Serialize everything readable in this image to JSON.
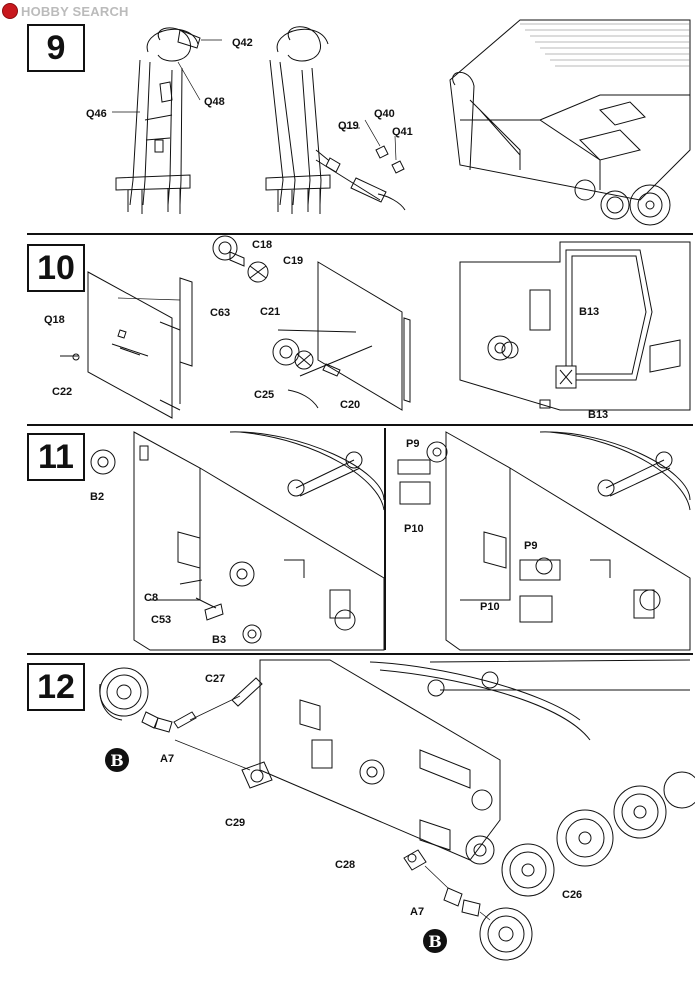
{
  "watermark": {
    "text": "HOBBY SEARCH"
  },
  "steps": [
    {
      "number": "9"
    },
    {
      "number": "10"
    },
    {
      "number": "11"
    },
    {
      "number": "12"
    }
  ],
  "parts": {
    "s9": [
      "Q42",
      "Q48",
      "Q46",
      "Q19",
      "Q40",
      "Q41"
    ],
    "s10": [
      "C18",
      "C19",
      "Q18",
      "C63",
      "C21",
      "C22",
      "C25",
      "C20",
      "B13",
      "B13"
    ],
    "s11": [
      "B2",
      "P9",
      "P10",
      "C8",
      "C53",
      "B3",
      "P9",
      "P10"
    ],
    "s12": [
      "C27",
      "A7",
      "C29",
      "C28",
      "C26",
      "A7"
    ]
  },
  "markers": {
    "sub_assembly": "B"
  }
}
